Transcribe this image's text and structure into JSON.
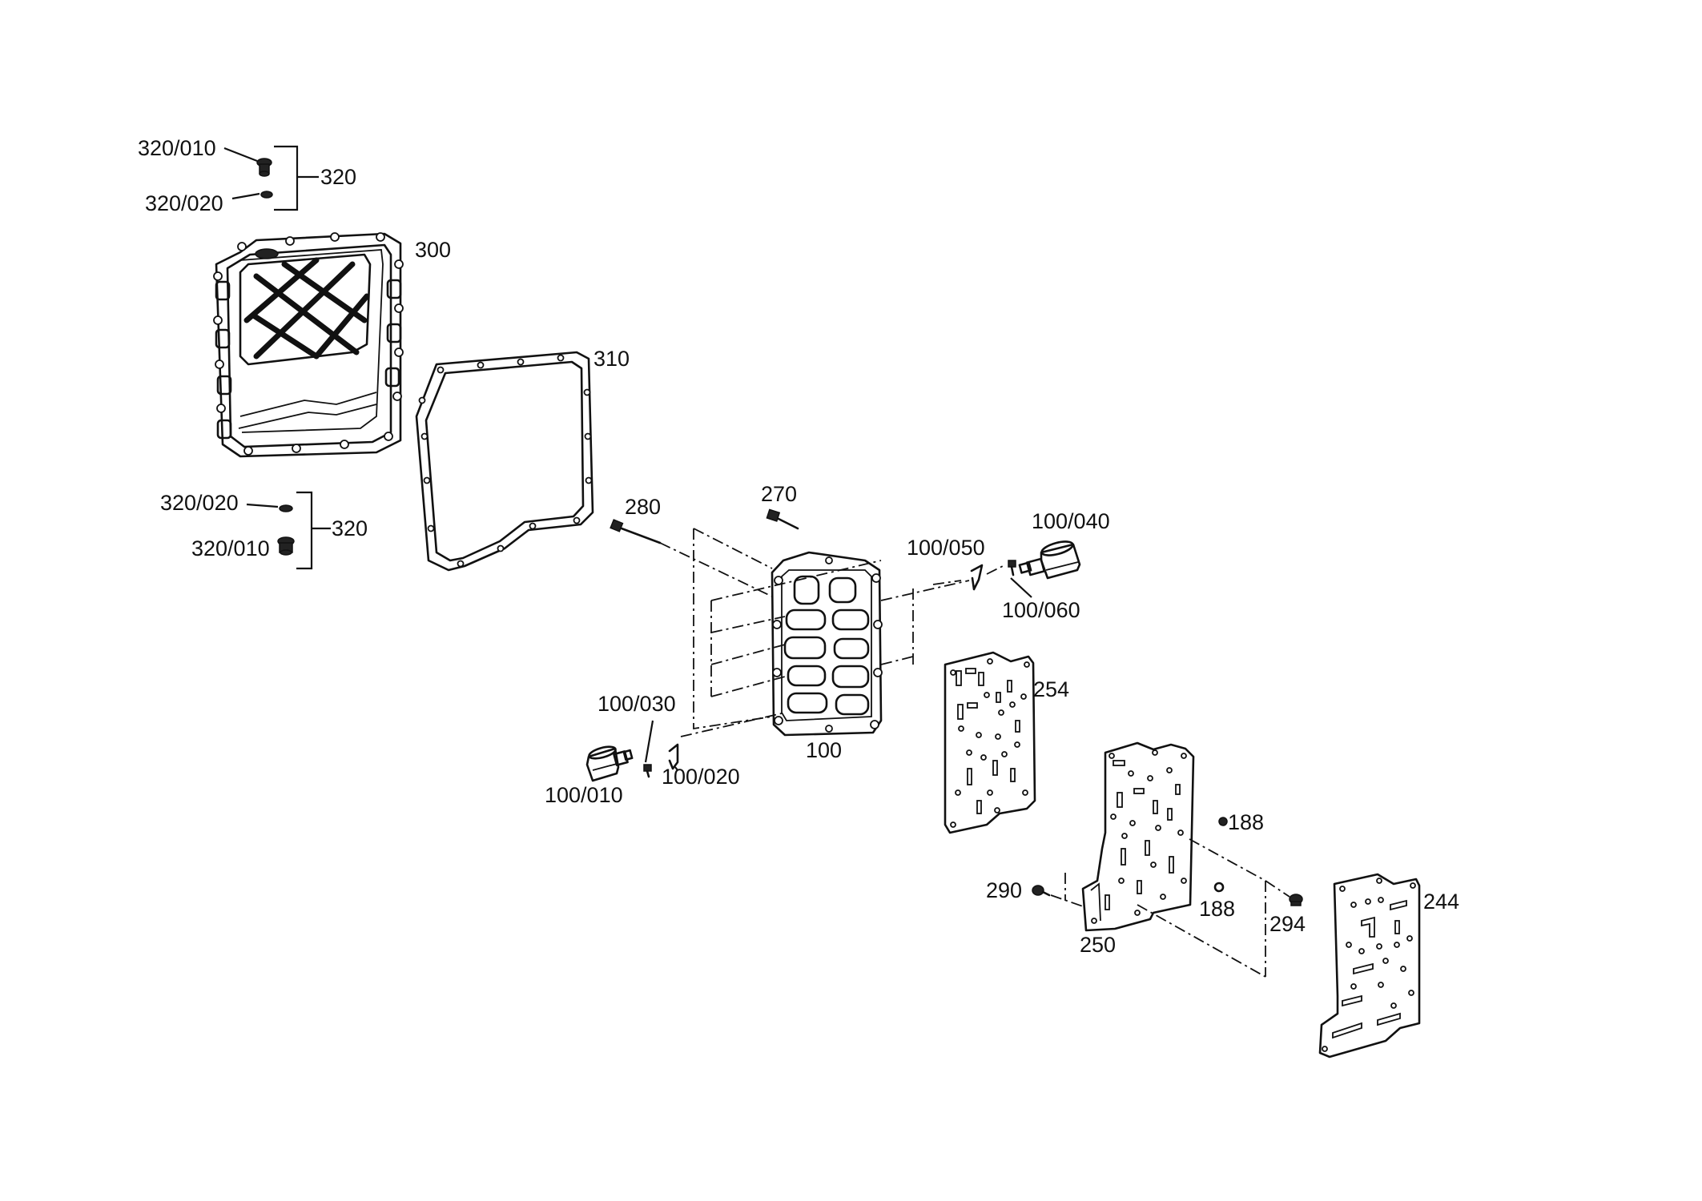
{
  "labels": {
    "p320_010_top": "320/010",
    "p320_020_top": "320/020",
    "p320_top": "320",
    "p300": "300",
    "p310": "310",
    "p320_020_bot": "320/020",
    "p320_010_bot": "320/010",
    "p320_bot": "320",
    "p280": "280",
    "p270": "270",
    "p100_050": "100/050",
    "p100_040": "100/040",
    "p100_060": "100/060",
    "p254": "254",
    "p100_030": "100/030",
    "p100": "100",
    "p100_010": "100/010",
    "p100_020": "100/020",
    "p188_a": "188",
    "p188_b": "188",
    "p290": "290",
    "p250": "250",
    "p294": "294",
    "p244": "244"
  }
}
